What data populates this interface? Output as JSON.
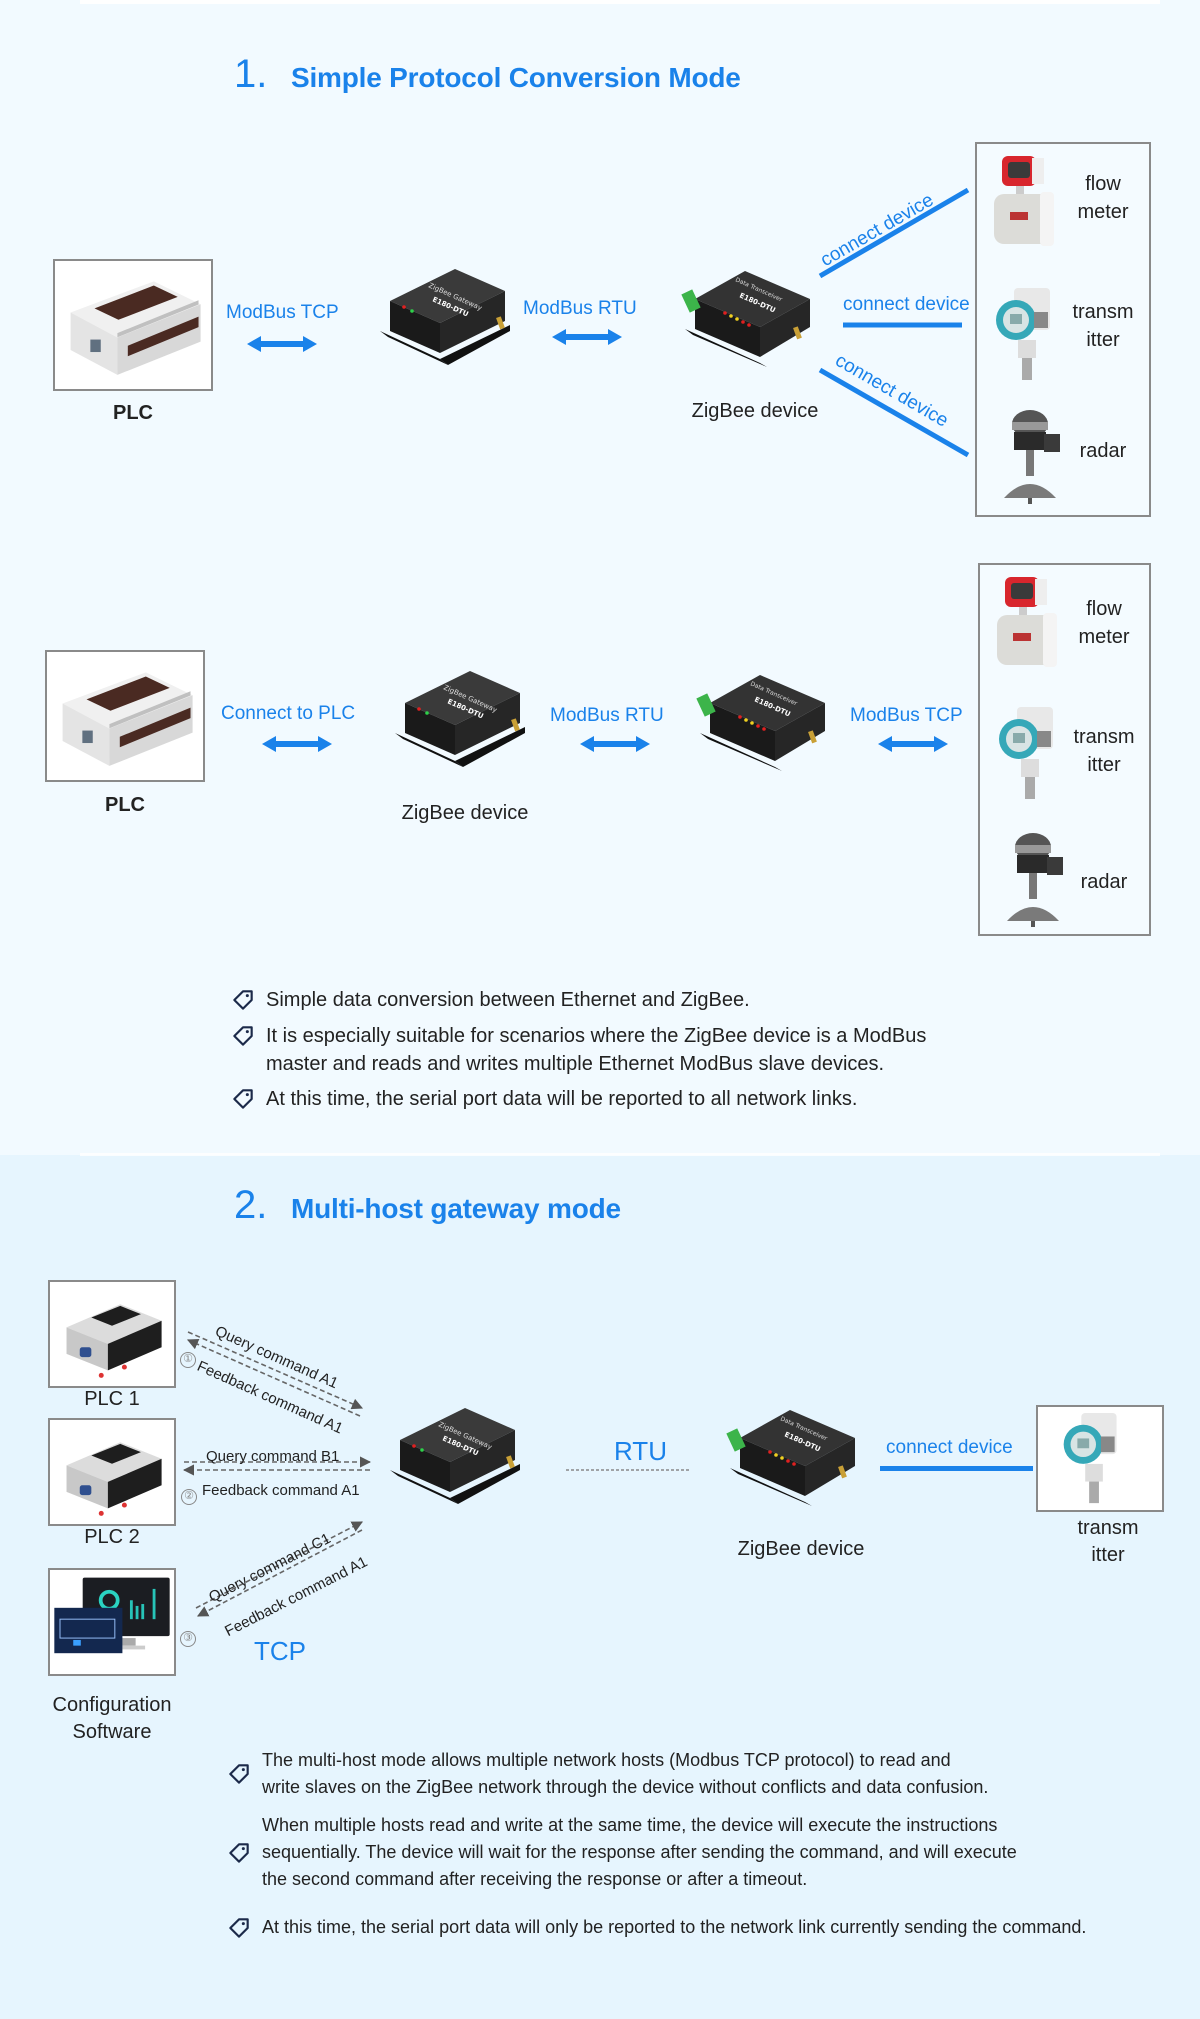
{
  "section1": {
    "number": "1.",
    "title": "Simple Protocol Conversion Mode",
    "diagram_a": {
      "plc_label": "PLC",
      "link1_label": "ModBus  TCP",
      "link2_label": "ModBus  RTU",
      "gateway_device": "ZigBee Gateway",
      "zigbee_label": "ZigBee device",
      "connect_labels": [
        "connect device",
        "connect device",
        "connect device"
      ],
      "sensors": [
        {
          "line1": "flow",
          "line2": "meter"
        },
        {
          "line1": "transm",
          "line2": "itter"
        },
        {
          "line1": "radar",
          "line2": ""
        }
      ]
    },
    "diagram_b": {
      "plc_label": "PLC",
      "link1_label": "Connect to PLC",
      "gateway_label": "ZigBee device",
      "link2_label": "ModBus  RTU",
      "link3_label": "ModBus  TCP",
      "sensors": [
        {
          "line1": "flow",
          "line2": "meter"
        },
        {
          "line1": "transm",
          "line2": "itter"
        },
        {
          "line1": "radar",
          "line2": ""
        }
      ]
    },
    "bullets": [
      {
        "lines": [
          "Simple data conversion between Ethernet and ZigBee."
        ]
      },
      {
        "lines": [
          "It is especially suitable for scenarios where the ZigBee device is a ModBus",
          "master and reads and writes multiple Ethernet ModBus slave devices."
        ]
      },
      {
        "lines": [
          "At this time, the serial port data will be reported to all network links."
        ]
      }
    ]
  },
  "section2": {
    "number": "2.",
    "title": "Multi-host gateway mode",
    "hosts": [
      {
        "label": "PLC 1",
        "marker": "①",
        "query": "Query command A1",
        "feedback": "Feedback command A1"
      },
      {
        "label": "PLC 2",
        "marker": "②",
        "query": "Query command B1",
        "feedback": "Feedback command A1"
      },
      {
        "label_line1": "Configuration",
        "label_line2": "Software",
        "marker": "③",
        "query": "Query command C1",
        "feedback": "Feedback command A1"
      }
    ],
    "tcp_label": "TCP",
    "rtu_label": "RTU",
    "zigbee_label": "ZigBee device",
    "connect_label": "connect device",
    "sensor": {
      "line1": "transm",
      "line2": "itter"
    },
    "bullets": [
      {
        "lines": [
          "The multi-host mode allows multiple network hosts (Modbus TCP protocol) to read and",
          "write slaves on the ZigBee network through the device without conflicts and data confusion."
        ]
      },
      {
        "lines": [
          "When multiple hosts read and write at the same time, the device will execute the instructions",
          "sequentially. The device will wait for the response after sending the command, and will execute",
          "the second command after receiving the response or after a timeout."
        ]
      },
      {
        "lines": [
          "At this time, the serial port data will only be reported to the network link currently sending the command."
        ]
      }
    ]
  },
  "colors": {
    "accent": "#1a82ea",
    "section1_bg": "#f2faff",
    "section2_bg": "#e6f5fe",
    "tag_icon": "#1c2a4a",
    "device_body": "#1e1e1e"
  }
}
